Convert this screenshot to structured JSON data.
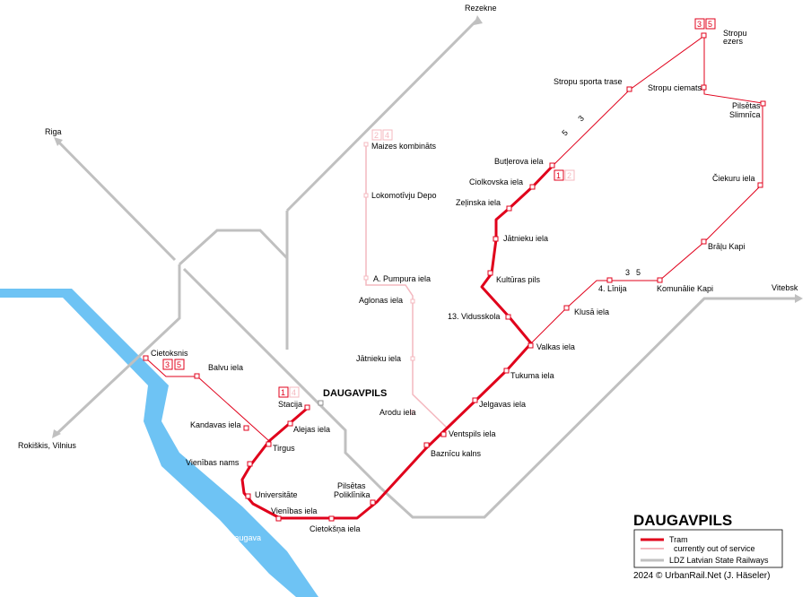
{
  "title": "DAUGAVPILS",
  "city_label": "DAUGAVPILS",
  "river": "Daugava",
  "copyright": "2024 © UrbanRail.Net (J. Häseler)",
  "directions": {
    "rezekne": "Rezekne",
    "riga": "Riga",
    "vitebsk": "Vitebsk",
    "rokiskis": "Rokiškis, Vilnius"
  },
  "legend": {
    "tram": "Tram",
    "out_of_service": "currently out of service",
    "rail": "LDZ Latvian State Railways"
  },
  "colors": {
    "tram": "#e0001b",
    "tram_out_of_service": "#f4b8bf",
    "rail": "#c0c0c0",
    "river": "#6ec3f4"
  },
  "lines": {
    "l1": "1",
    "l2": "2",
    "l3": "3",
    "l4": "4",
    "l5": "5"
  },
  "stations": {
    "stropu_ezers_1": "Stropu",
    "stropu_ezers_2": "ezers",
    "stropu_sporta_trase": "Stropu sporta trase",
    "stropu_ciemats": "Stropu ciemats",
    "pilsetas_slimnica_1": "Pilsētas",
    "pilsetas_slimnica_2": "Slimnīca",
    "butlerova": "Butļerova iela",
    "ciolkovska": "Ciolkovska iela",
    "zelinska": "Zeļinska iela",
    "jatnieku_e": "Jātnieku iela",
    "kulturas_pils": "Kultūras pils",
    "vidusskola": "13. Vidusskola",
    "ciekuru": "Čiekuru iela",
    "bralu_kapi": "Brāļu Kapi",
    "komunalie_kapi": "Komunālie Kapi",
    "linija": "4. Līnija",
    "klusa": "Klusā iela",
    "valkas": "Valkas iela",
    "tukuma": "Tukuma iela",
    "jelgavas": "Jelgavas iela",
    "ventspils": "Ventspils iela",
    "baznicu_kalns": "Baznīcu kalns",
    "pilsetas_poliklinika_1": "Pilsētas",
    "pilsetas_poliklinika_2": "Poliklīnika",
    "cietoksna": "Cietokšņa iela",
    "vienibas_iela": "Vienības iela",
    "universitate": "Universitāte",
    "vienibas_nams": "Vienības nams",
    "tirgus": "Tirgus",
    "alejas": "Alejas iela",
    "stacija": "Stacija",
    "kandavas": "Kandavas iela",
    "balvu": "Balvu iela",
    "cietoksnis": "Cietoksnis",
    "maizes": "Maizes kombināts",
    "lokomotivju": "Lokomotīvju Depo",
    "pumpura": "A. Pumpura iela",
    "aglonas": "Aglonas iela",
    "jatnieku_w": "Jātnieku iela",
    "arodu": "Arodu iela"
  }
}
